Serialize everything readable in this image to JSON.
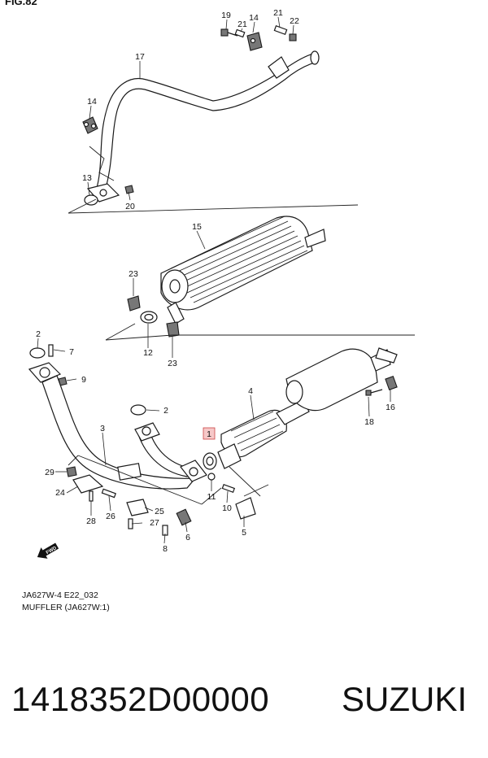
{
  "figure": {
    "label": "FIG.82"
  },
  "caption": {
    "code": "JA627W-4 E22_032",
    "title": "MUFFLER (JA627W:1)"
  },
  "fwd_text": "FWD",
  "callouts": {
    "c19": "19",
    "c14a": "14",
    "c21a": "21",
    "c21b": "21",
    "c22": "22",
    "c17": "17",
    "c14b": "14",
    "c13": "13",
    "c20": "20",
    "c15": "15",
    "c23a": "23",
    "c12": "12",
    "c23b": "23",
    "c2a": "2",
    "c7": "7",
    "c9": "9",
    "c2b": "2",
    "c3": "3",
    "c4": "4",
    "c16": "16",
    "c18": "18",
    "c1": "1",
    "c29": "29",
    "c24": "24",
    "c11": "11",
    "c10": "10",
    "c26": "26",
    "c28": "28",
    "c25": "25",
    "c27": "27",
    "c6": "6",
    "c8": "8",
    "c5": "5"
  },
  "footer": {
    "part_number": "1418352D00000",
    "brand": "SUZUKI"
  }
}
